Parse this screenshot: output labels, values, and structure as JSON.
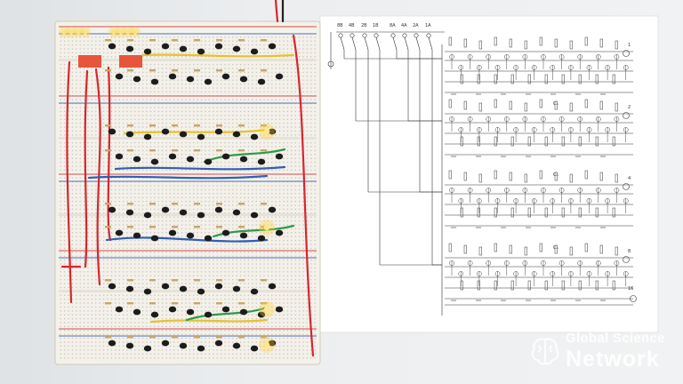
{
  "scene": {
    "description_tag": "breadboard 4-bit adder with schematic",
    "colors": {
      "wall": "#eceef0",
      "paper": "#ffffff",
      "breadboard": "#f4f1ea",
      "rail_red": "#d94b4b",
      "rail_blue": "#4a6fb8",
      "wire_red": "#d8262f",
      "wire_blue": "#2f5fb8",
      "wire_yellow": "#e6c22a",
      "wire_green": "#2f9a48",
      "transistor": "#1c1c1c",
      "led_on": "#ffd23a"
    }
  },
  "schematic": {
    "input_labels": [
      "8B",
      "4B",
      "2B",
      "1B",
      "8A",
      "4A",
      "2A",
      "1A"
    ],
    "stage_labels": [
      "1",
      "2",
      "4",
      "8",
      "16"
    ],
    "cin_labels": [
      "Cᵢₙ",
      "Cᵢₙ",
      "Cᵢₙ"
    ]
  },
  "watermark": {
    "line1": "Global Science",
    "line2": "Network",
    "icon": "brain-icon"
  }
}
